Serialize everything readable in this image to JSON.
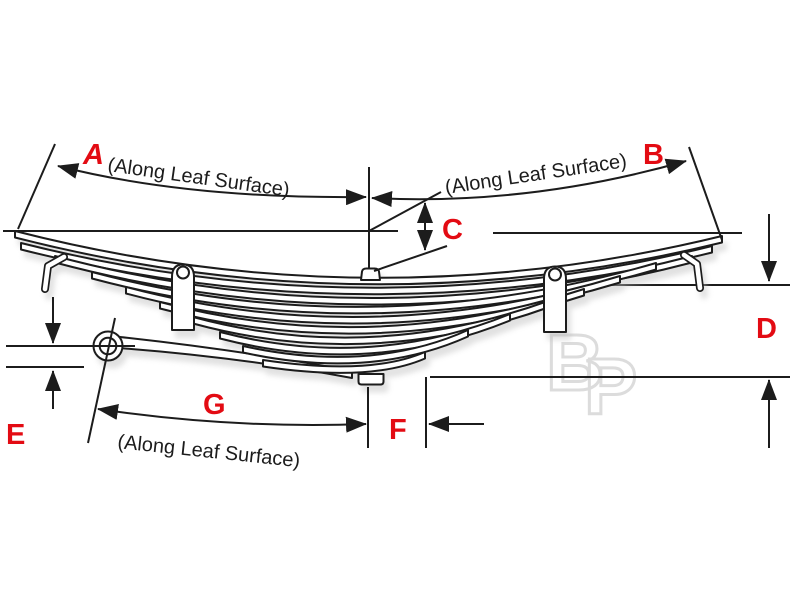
{
  "diagram": {
    "subject": "multi-leaf trailer spring measurement drawing",
    "dimension_labels": {
      "a": "A",
      "b": "B",
      "c": "C",
      "d": "D",
      "e": "E",
      "f": "F",
      "g": "G"
    },
    "annotations": {
      "along_leaf_surface_top_left": "(Along Leaf Surface)",
      "along_leaf_surface_top_right": "(Along Leaf Surface)",
      "along_leaf_surface_bottom": "(Along Leaf Surface)"
    },
    "colors": {
      "label_red": "#e30b13",
      "line_black": "#1c1c1c",
      "watermark_gray": "#dcdcdc",
      "background": "#ffffff"
    },
    "watermark": {
      "letters": [
        "B",
        "P"
      ]
    }
  }
}
